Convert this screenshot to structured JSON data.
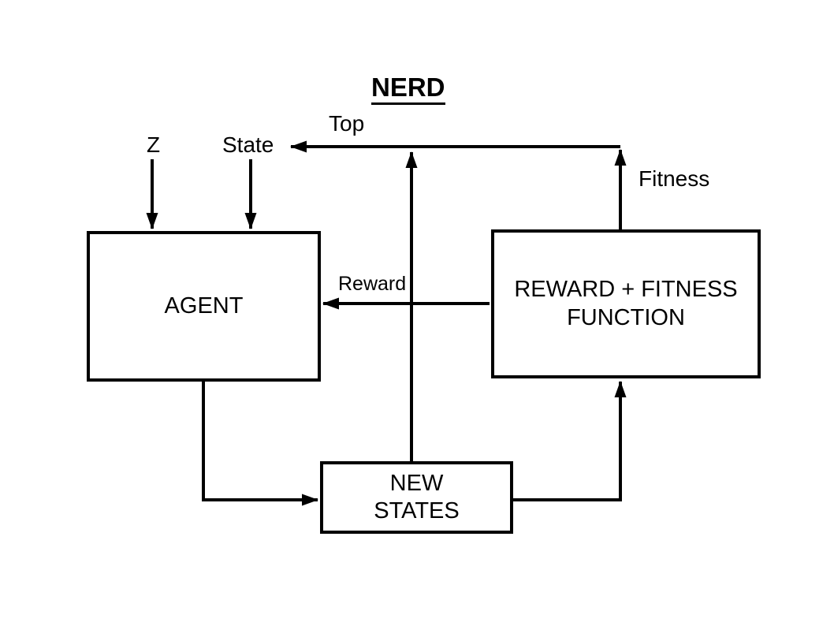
{
  "title": "NERD",
  "colors": {
    "background": "#ffffff",
    "line": "#000000",
    "text": "#000000"
  },
  "boxes": {
    "agent": {
      "label": "AGENT"
    },
    "reward_fitness": {
      "label": "REWARD + FITNESS\nFUNCTION"
    },
    "new_states": {
      "label": "NEW\nSTATES"
    }
  },
  "labels": {
    "z": "Z",
    "state": "State",
    "top": "Top",
    "fitness": "Fitness",
    "reward": "Reward"
  },
  "edges": [
    {
      "from": "Z",
      "to": "AGENT",
      "label": "Z"
    },
    {
      "from": "State",
      "to": "AGENT",
      "label": "State"
    },
    {
      "from": "AGENT",
      "to": "NEW STATES",
      "label": ""
    },
    {
      "from": "NEW STATES",
      "to": "REWARD + FITNESS FUNCTION",
      "label": ""
    },
    {
      "from": "REWARD + FITNESS FUNCTION",
      "to": "AGENT",
      "label": "Reward"
    },
    {
      "from": "REWARD + FITNESS FUNCTION",
      "to": "Top line",
      "label": "Fitness"
    },
    {
      "from": "NEW STATES",
      "to": "Top line",
      "label": ""
    },
    {
      "from": "Top line",
      "to": "State",
      "label": "Top"
    }
  ]
}
